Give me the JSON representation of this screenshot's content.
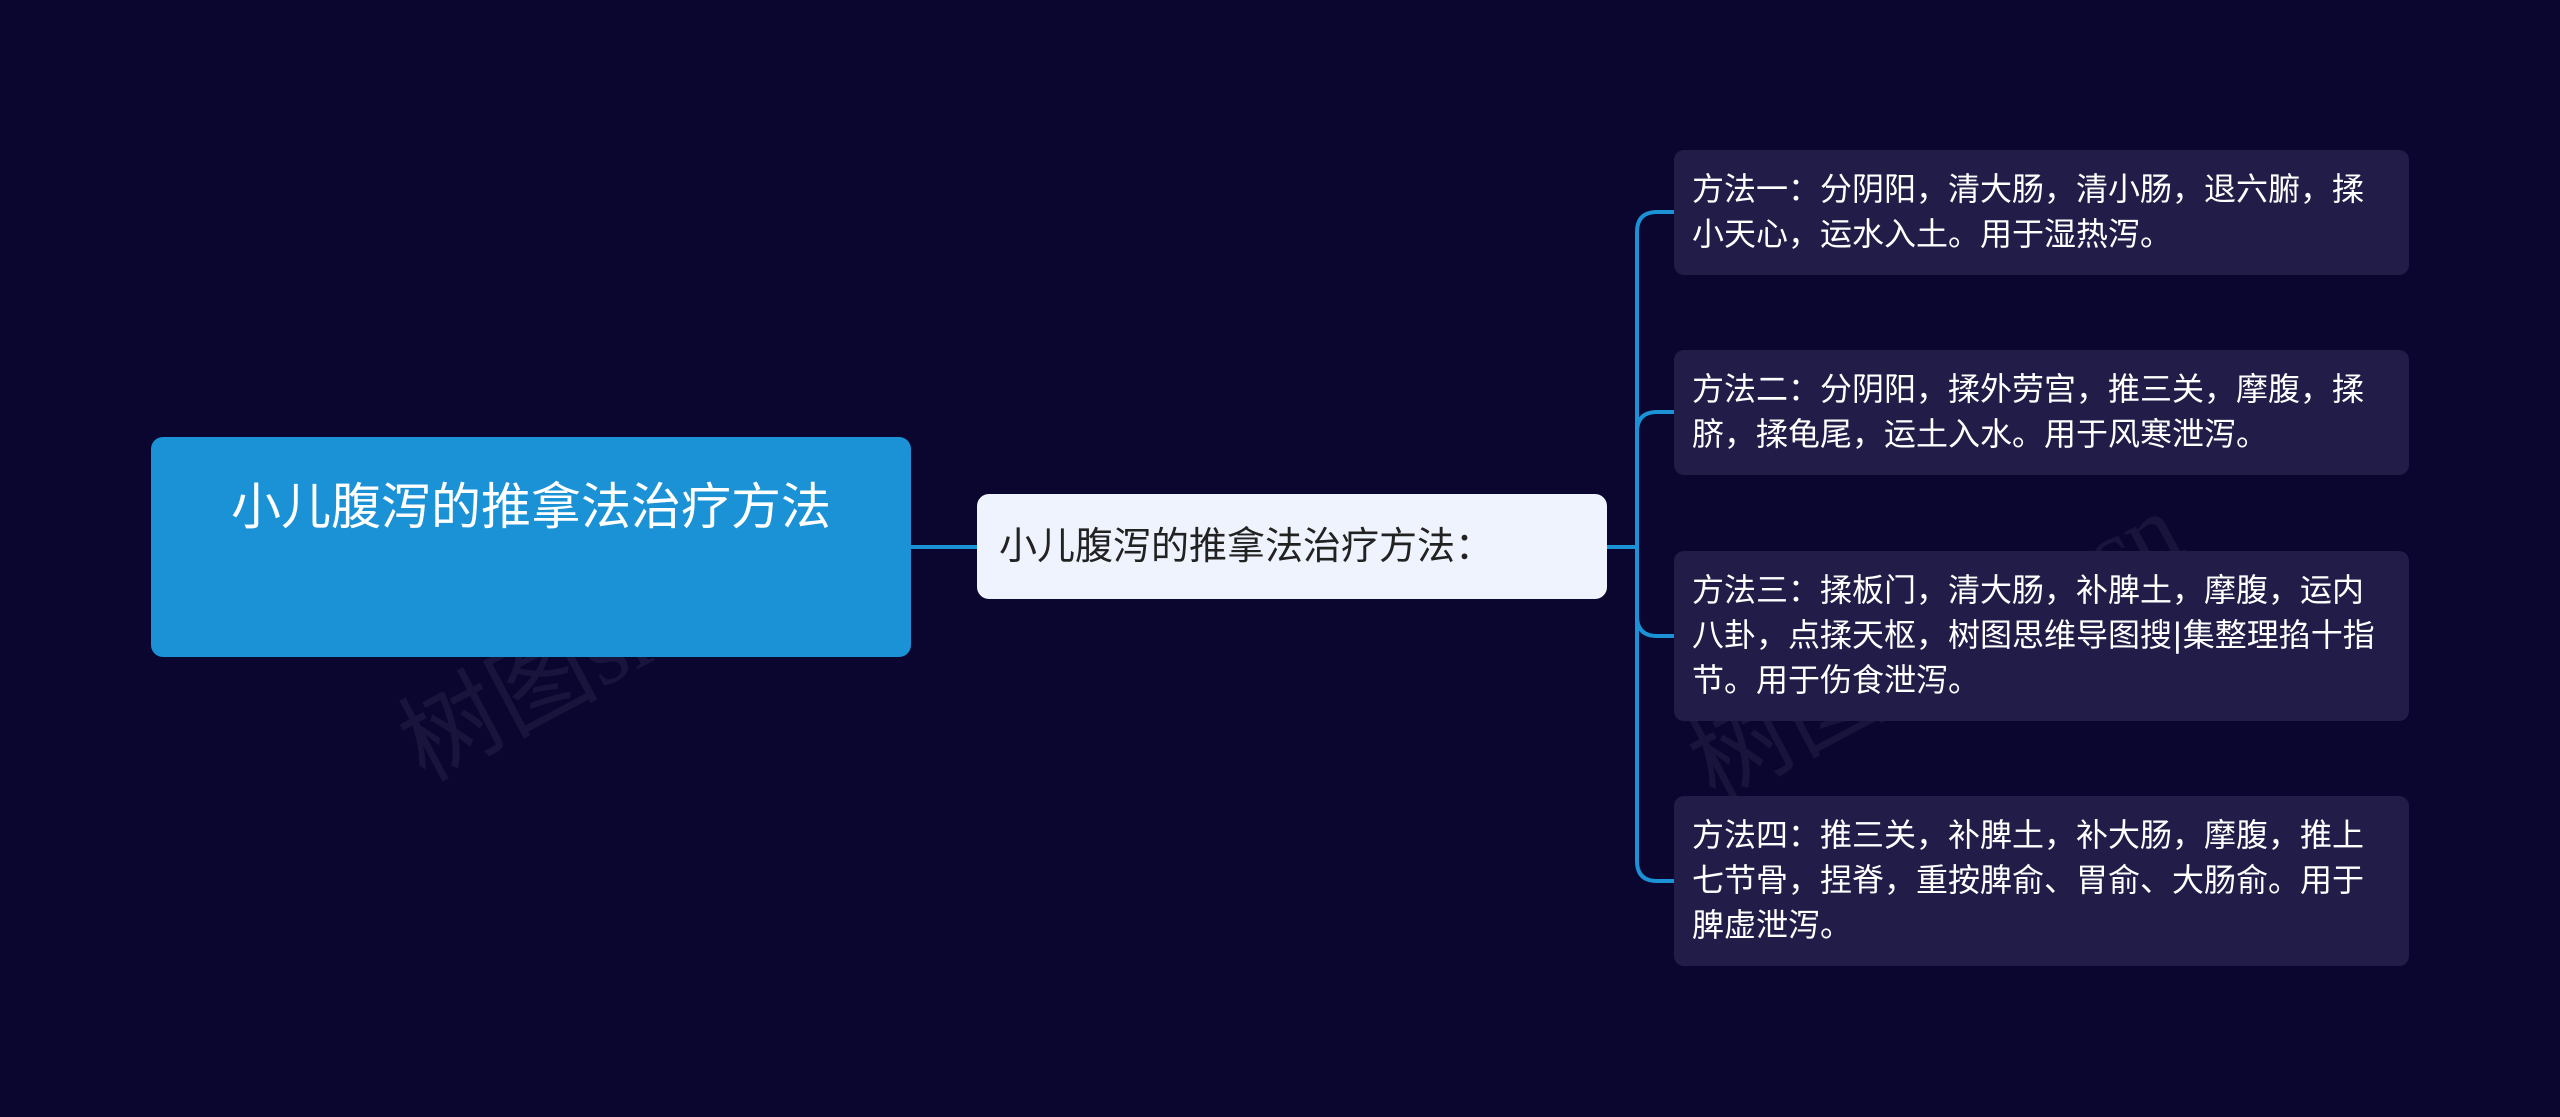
{
  "root": {
    "text": "小儿腹泻的推拿法治疗方法"
  },
  "middle": {
    "text": "小儿腹泻的推拿法治疗方法："
  },
  "leaves": [
    {
      "text": "方法一：分阴阳，清大肠，清小肠，退六腑，揉小天心，运水入土。用于湿热泻。"
    },
    {
      "text": "方法二：分阴阳，揉外劳宫，推三关，摩腹，揉脐，揉龟尾，运土入水。用于风寒泄泻。"
    },
    {
      "text": "方法三：揉板门，清大肠，补脾土，摩腹，运内八卦，点揉天枢，树图思维导图搜|集整理掐十指节。用于伤食泄泻。"
    },
    {
      "text": "方法四：推三关，补脾土，补大肠，摩腹，推上七节骨，捏脊，重按脾俞、胃俞、大肠俞。用于脾虚泄泻。"
    }
  ],
  "watermark": {
    "text": "树图shutu.cn"
  },
  "colors": {
    "background": "#0b0630",
    "root_fill": "#1a92d5",
    "middle_fill": "#eef3fd",
    "leaf_fill": "#221c49",
    "connector": "#1a92d5"
  }
}
